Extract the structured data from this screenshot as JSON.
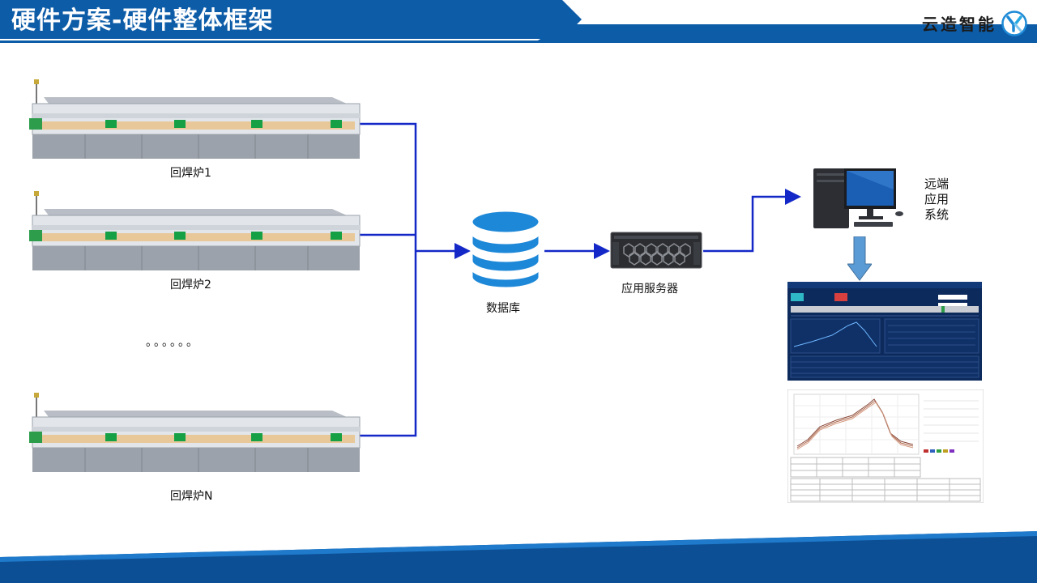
{
  "header": {
    "title": "硬件方案-硬件整体框架",
    "brand": "云造智能"
  },
  "ovens": [
    {
      "label": "回焊炉1"
    },
    {
      "label": "回焊炉2"
    },
    {
      "label": "回焊炉N"
    }
  ],
  "ellipsis": "。。。。。。",
  "database": {
    "label": "数据库"
  },
  "server": {
    "label": "应用服务器"
  },
  "remote": {
    "lines": [
      "远端",
      "应用",
      "系统"
    ]
  },
  "colors": {
    "title_bar": "#0d5ca8",
    "connector": "#1428c8",
    "database": "#1e88d8",
    "down_arrow": "#5b9bd5",
    "footer": "#0c4f94"
  }
}
